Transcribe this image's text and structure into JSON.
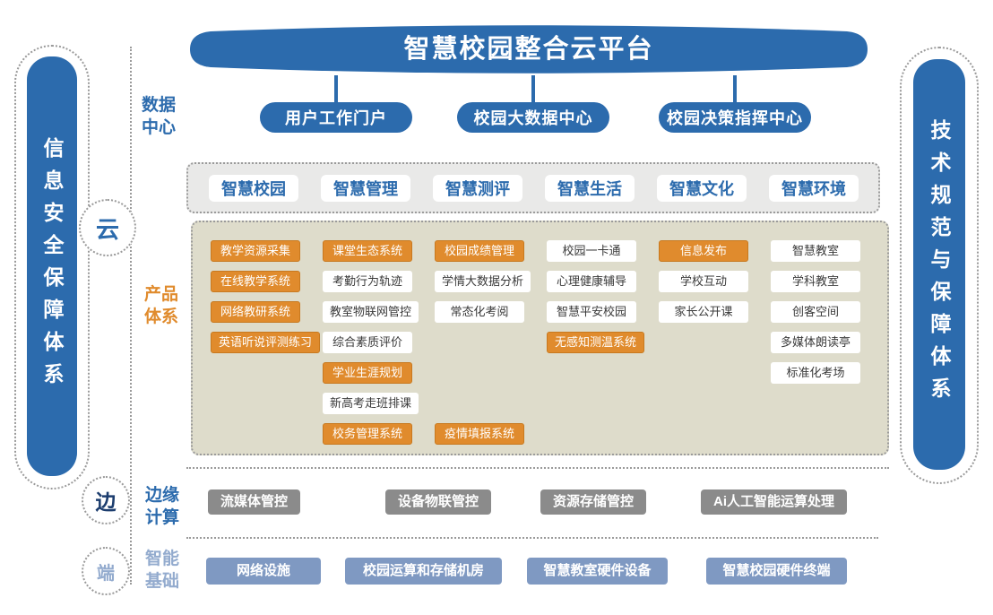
{
  "banner": {
    "title": "智慧校园整合云平台"
  },
  "left_bar": {
    "label": "信息安全保障体系"
  },
  "right_bar": {
    "label": "技术规范与保障体系"
  },
  "layers": {
    "data_center": {
      "label": "数据中心"
    },
    "cloud_node": {
      "label": "云"
    },
    "product": {
      "label": "产品体系"
    },
    "edge_node": {
      "label": "边"
    },
    "edge": {
      "label": "边缘计算"
    },
    "terminal_node": {
      "label": "端"
    },
    "terminal": {
      "label": "智能基础"
    }
  },
  "portals": [
    "用户工作门户",
    "校园大数据中心",
    "校园决策指挥中心"
  ],
  "categories": [
    "智慧校园",
    "智慧管理",
    "智慧测评",
    "智慧生活",
    "智慧文化",
    "智慧环境"
  ],
  "products": [
    {
      "label": "教学资源采集",
      "col": 0,
      "row": 0,
      "variant": "orange"
    },
    {
      "label": "课堂生态系统",
      "col": 1,
      "row": 0,
      "variant": "orange"
    },
    {
      "label": "校园成绩管理",
      "col": 2,
      "row": 0,
      "variant": "orange"
    },
    {
      "label": "校园一卡通",
      "col": 3,
      "row": 0,
      "variant": "white"
    },
    {
      "label": "信息发布",
      "col": 4,
      "row": 0,
      "variant": "orange"
    },
    {
      "label": "智慧教室",
      "col": 5,
      "row": 0,
      "variant": "white"
    },
    {
      "label": "在线教学系统",
      "col": 0,
      "row": 1,
      "variant": "orange"
    },
    {
      "label": "考勤行为轨迹",
      "col": 1,
      "row": 1,
      "variant": "white"
    },
    {
      "label": "学情大数据分析",
      "col": 2,
      "row": 1,
      "variant": "white"
    },
    {
      "label": "心理健康辅导",
      "col": 3,
      "row": 1,
      "variant": "white"
    },
    {
      "label": "学校互动",
      "col": 4,
      "row": 1,
      "variant": "white"
    },
    {
      "label": "学科教室",
      "col": 5,
      "row": 1,
      "variant": "white"
    },
    {
      "label": "网络教研系统",
      "col": 0,
      "row": 2,
      "variant": "orange"
    },
    {
      "label": "教室物联网管控",
      "col": 1,
      "row": 2,
      "variant": "white"
    },
    {
      "label": "常态化考阅",
      "col": 2,
      "row": 2,
      "variant": "white"
    },
    {
      "label": "智慧平安校园",
      "col": 3,
      "row": 2,
      "variant": "white"
    },
    {
      "label": "家长公开课",
      "col": 4,
      "row": 2,
      "variant": "white"
    },
    {
      "label": "创客空间",
      "col": 5,
      "row": 2,
      "variant": "white"
    },
    {
      "label": "英语听说评测练习",
      "col": 0,
      "row": 3,
      "variant": "orange"
    },
    {
      "label": "综合素质评价",
      "col": 1,
      "row": 3,
      "variant": "white"
    },
    {
      "label": "无感知测温系统",
      "col": 3,
      "row": 3,
      "variant": "orange"
    },
    {
      "label": "多媒体朗读亭",
      "col": 5,
      "row": 3,
      "variant": "white"
    },
    {
      "label": "学业生涯规划",
      "col": 1,
      "row": 4,
      "variant": "orange"
    },
    {
      "label": "标准化考场",
      "col": 5,
      "row": 4,
      "variant": "white"
    },
    {
      "label": "新高考走班排课",
      "col": 1,
      "row": 5,
      "variant": "white"
    },
    {
      "label": "校务管理系统",
      "col": 1,
      "row": 6,
      "variant": "orange"
    },
    {
      "label": "疫情填报系统",
      "col": 2,
      "row": 6,
      "variant": "orange"
    }
  ],
  "edge_services": [
    "流媒体管控",
    "设备物联管控",
    "资源存储管控",
    "Ai人工智能运算处理"
  ],
  "infrastructure": [
    "网络设施",
    "校园运算和存储机房",
    "智慧教室硬件设备",
    "智慧校园硬件终端"
  ],
  "colors": {
    "blue": "#2c6bad",
    "orange": "#e08b2d",
    "orange_border": "#c8791f",
    "steel": "#7f99c2",
    "gray": "#8b8b8b",
    "light_blue": "#93abce",
    "navy": "#1c3d6e",
    "olive_bg": "#dedccb",
    "strip_bg": "#e9e9e8",
    "dotted": "#9a9a9a",
    "chip_text": "#3a3a3a"
  }
}
